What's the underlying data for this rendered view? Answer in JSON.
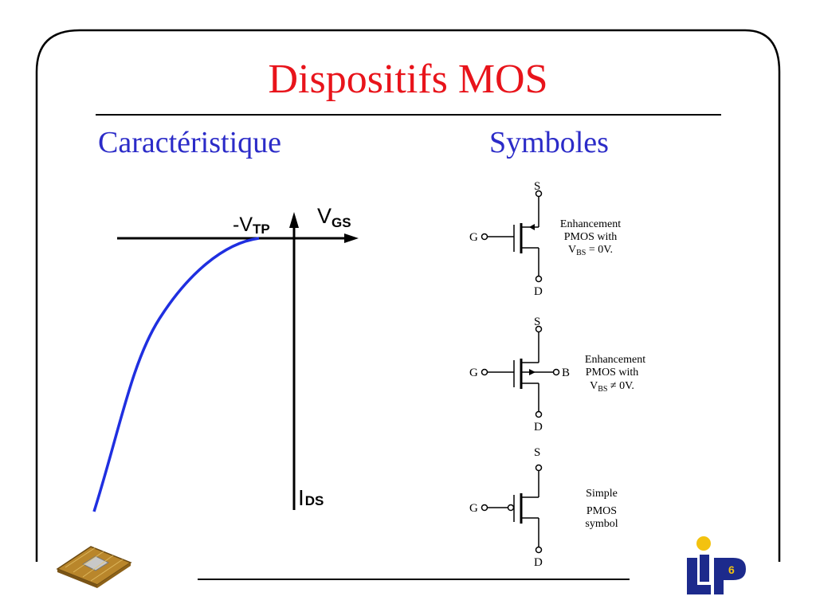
{
  "slide": {
    "title": "Dispositifs MOS",
    "left_heading": "Caractéristique",
    "right_heading": "Symboles"
  },
  "characteristic": {
    "threshold_label": "-V",
    "threshold_sub": "TP",
    "x_axis_label": "V",
    "x_axis_sub": "GS",
    "y_axis_label": "I",
    "y_axis_sub": "DS",
    "curve_color": "#1f2fe0"
  },
  "symbols": [
    {
      "source": "S",
      "gate": "G",
      "drain": "D",
      "bulk": "",
      "description_lines": [
        "Enhancement",
        "PMOS with"
      ],
      "condition": {
        "v": "V",
        "sub": "BS",
        "rest": " = 0V."
      }
    },
    {
      "source": "S",
      "gate": "G",
      "drain": "D",
      "bulk": "B",
      "description_lines": [
        "Enhancement",
        "PMOS with"
      ],
      "condition": {
        "v": "V",
        "sub": "BS",
        "rest": " ≠ 0V."
      }
    },
    {
      "source": "S",
      "gate": "G",
      "drain": "D",
      "bulk": "",
      "description_lines": [
        "Simple",
        "PMOS",
        "symbol"
      ],
      "condition": null
    }
  ],
  "logo": {
    "text": "LIP6",
    "color_main": "#1c2a8c",
    "color_accent": "#f3c20f"
  },
  "colors": {
    "title": "#e8141b",
    "heading": "#2b2bc8"
  }
}
